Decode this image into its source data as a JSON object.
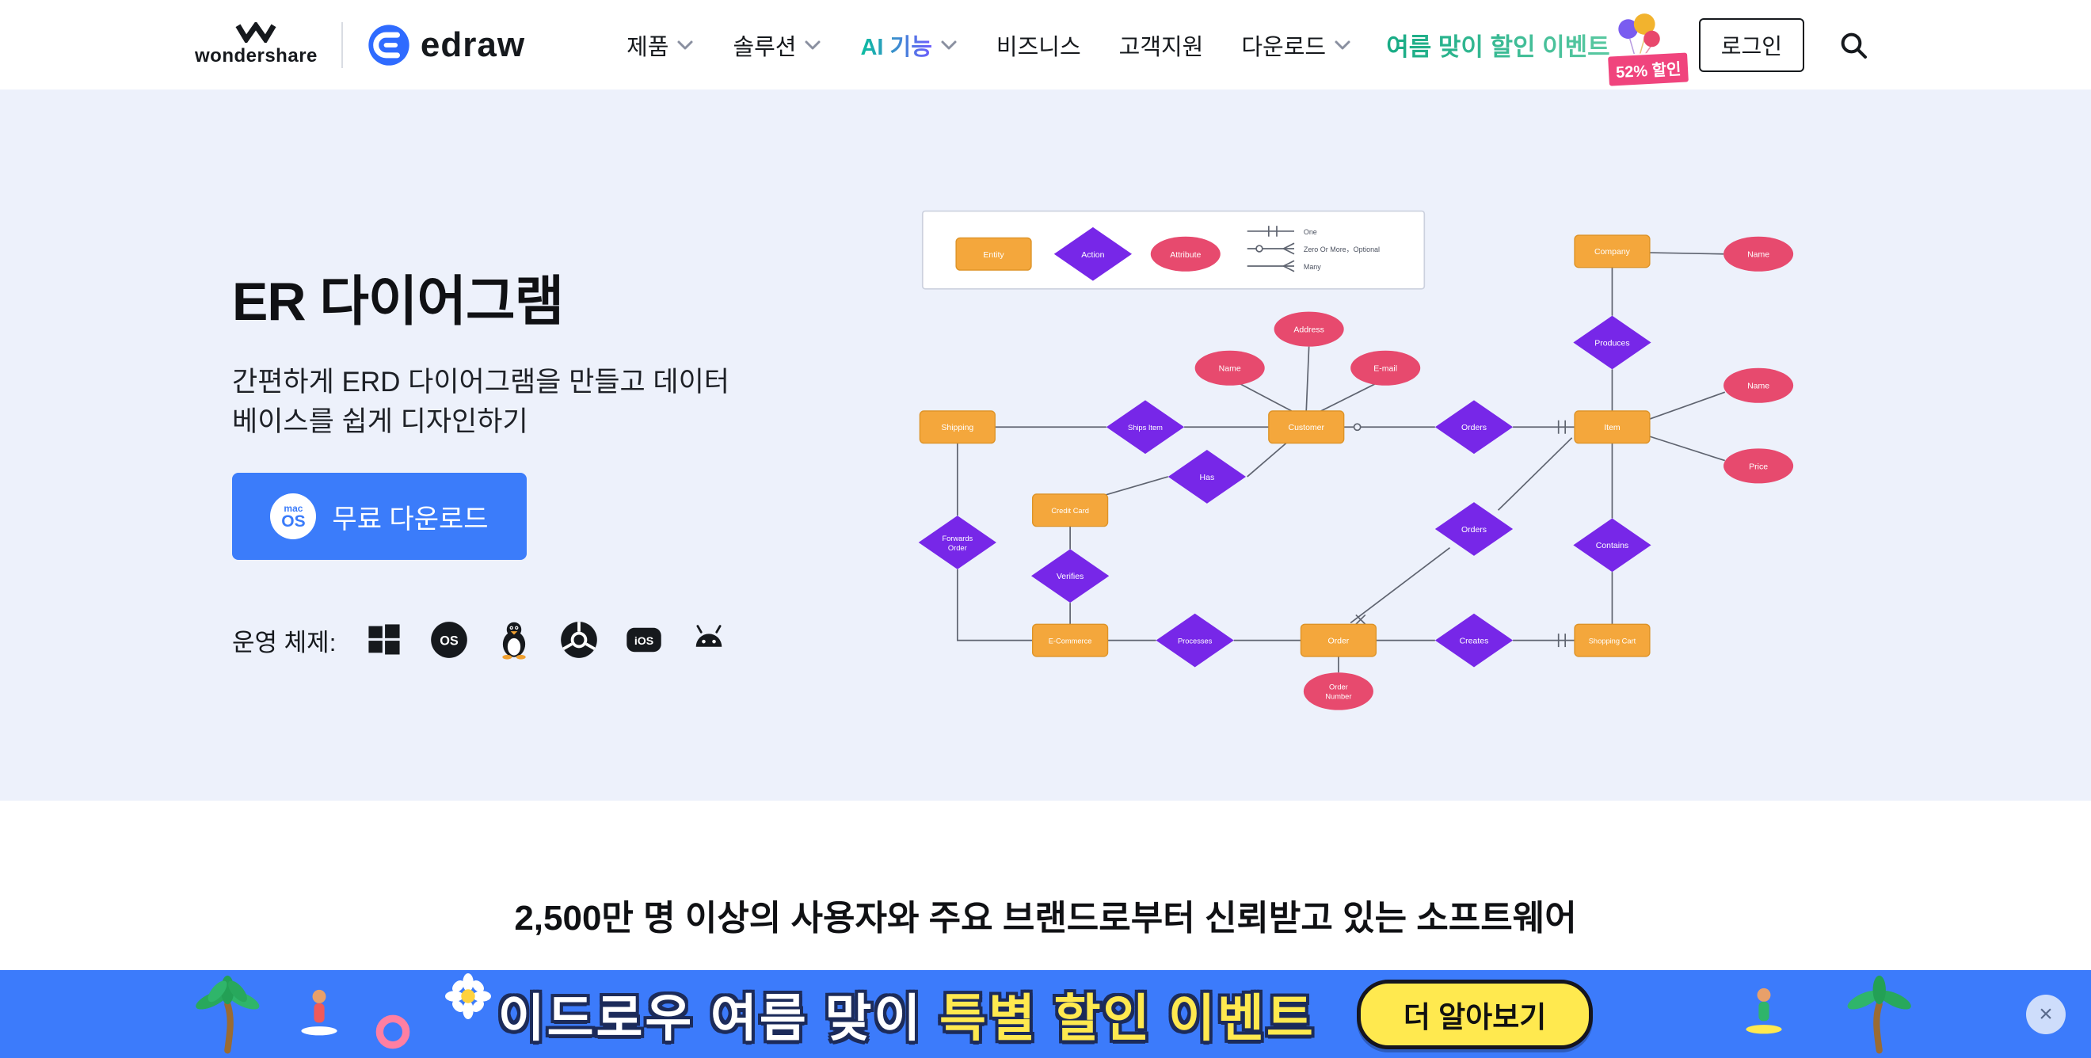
{
  "header": {
    "brand": {
      "wondershare": "wondershare",
      "edraw": "edraw"
    },
    "nav": [
      {
        "label": "제품"
      },
      {
        "label": "솔루션"
      },
      {
        "label": "AI 기능"
      },
      {
        "label": "비즈니스"
      },
      {
        "label": "고객지원"
      },
      {
        "label": "다운로드"
      }
    ],
    "promo": {
      "label": "여름 맞이 할인 이벤트",
      "badge": "52% 할인"
    },
    "login_label": "로그인"
  },
  "hero": {
    "title": "ER 다이어그램",
    "subtitle": "간편하게 ERD 다이어그램을 만들고 데이터베이스를 쉽게 디자인하기",
    "download_label": "무료 다운로드",
    "mac_badge": {
      "line1": "mac",
      "line2": "OS"
    },
    "os_label": "운영 체제:",
    "icons": {
      "macos": "OS",
      "ios": "iOS"
    }
  },
  "diagram": {
    "legend": {
      "entity": "Entity",
      "action": "Action",
      "attribute": "Attribute",
      "one": "One",
      "zero_or_more": "Zero Or More，Optional",
      "many": "Many"
    },
    "nodes": {
      "shipping": "Shipping",
      "ships_item": "Ships Item",
      "customer": "Customer",
      "orders1": "Orders",
      "item": "Item",
      "company": "Company",
      "name_company": "Name",
      "produces": "Produces",
      "address": "Address",
      "name_customer": "Name",
      "email": "E-mail",
      "name_item": "Name",
      "price": "Price",
      "has": "Has",
      "credit_card": "Credit Card",
      "verifies": "Verifies",
      "forwards_l1": "Forwards",
      "forwards_l2": "Order",
      "orders2": "Orders",
      "contains": "Contains",
      "ecommerce": "E-Commerce",
      "processes": "Processes",
      "order": "Order",
      "creates": "Creates",
      "shopping_cart": "Shopping Cart",
      "order_number_l1": "Order",
      "order_number_l2": "Number"
    }
  },
  "trust": {
    "heading": "2,500만 명 이상의 사용자와 주요 브랜드로부터 신뢰받고 있는 소프트웨어"
  },
  "banner": {
    "text_white": "이드로우 여름 맞이",
    "text_yellow": "특별 할인 이벤트",
    "cta": "더 알아보기",
    "close": "×"
  }
}
